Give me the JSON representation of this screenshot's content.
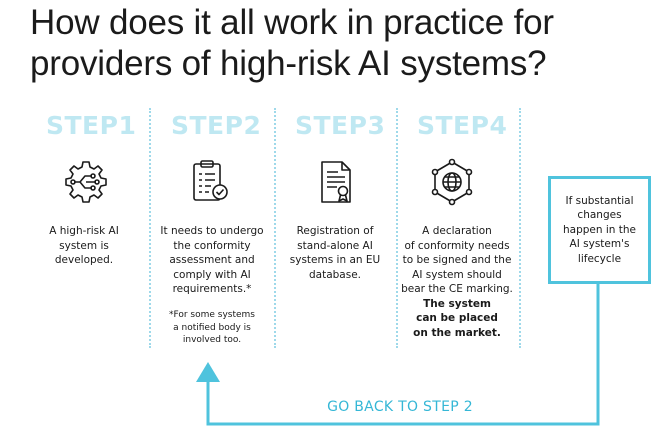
{
  "title_line1": "How does it all work in practice for",
  "title_line2": "providers of high-risk AI systems?",
  "steps": [
    {
      "label": "STEP1",
      "text": [
        "A high-risk AI",
        "system is",
        "developed."
      ],
      "icon": "gear-circuit-icon"
    },
    {
      "label": "STEP2",
      "text": [
        "It needs to undergo",
        "the conformity",
        "assessment and",
        "comply with AI",
        "requirements.*"
      ],
      "note": [
        "*For some systems",
        "a notified body is",
        "involved too."
      ],
      "icon": "clipboard-check-icon"
    },
    {
      "label": "STEP3",
      "text": [
        "Registration of",
        "stand-alone AI",
        "systems in an EU",
        "database."
      ],
      "icon": "certificate-document-icon"
    },
    {
      "label": "STEP4",
      "text": [
        "A declaration",
        "of conformity needs",
        "to be signed and the",
        "AI system should",
        "bear the CE marking."
      ],
      "bold": [
        "The system",
        "can be placed",
        "on the market."
      ],
      "icon": "globe-network-icon"
    }
  ],
  "changes_box": [
    "If substantial",
    "changes",
    "happen in the",
    "AI system's",
    "lifecycle"
  ],
  "go_back": "GO BACK TO STEP 2",
  "colors": {
    "accent": "#4fc3dd",
    "step_label": "#bfe8f2",
    "title": "#1b1b1b"
  }
}
